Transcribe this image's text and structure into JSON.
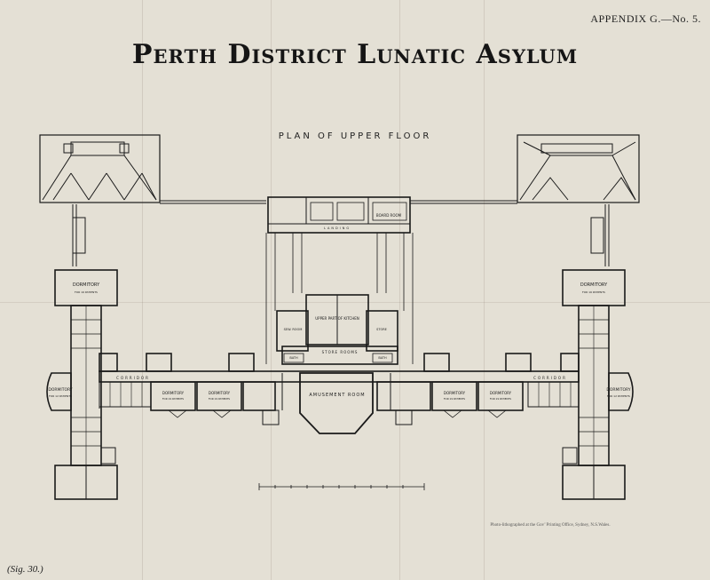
{
  "appendix": "APPENDIX G.—No. 5.",
  "title": "Perth District Lunatic Asylum",
  "subtitle": "PLAN OF UPPER FLOOR",
  "rooms": {
    "dormitory_16": "DORMITORY",
    "dormitory_16_sub": "FOR 16 PATIENTS",
    "dormitory_12": "DORMITORY",
    "dormitory_12_sub": "FOR 12 PATIENTS",
    "dormitory_19": "DORMITORY",
    "dormitory_19_sub": "FOR 19 PATIENTS",
    "corridor": "CORRIDOR",
    "amusement": "AMUSEMENT ROOM",
    "upper_kitchen": "UPPER PART OF KITCHEN",
    "store_rooms": "STORE ROOMS",
    "board_room": "BOARD ROOM",
    "landing": "LANDING",
    "sewing_room": "SEW. ROOM",
    "bath": "BATH",
    "store": "STORE"
  },
  "litho_note": "Photo-lithographed at the Gov’ Printing Office, Sydney, N.S.Wales.",
  "sig": "(Sig. 30.)",
  "colors": {
    "ink": "#1a1a1a",
    "paper": "#e4e0d5"
  }
}
